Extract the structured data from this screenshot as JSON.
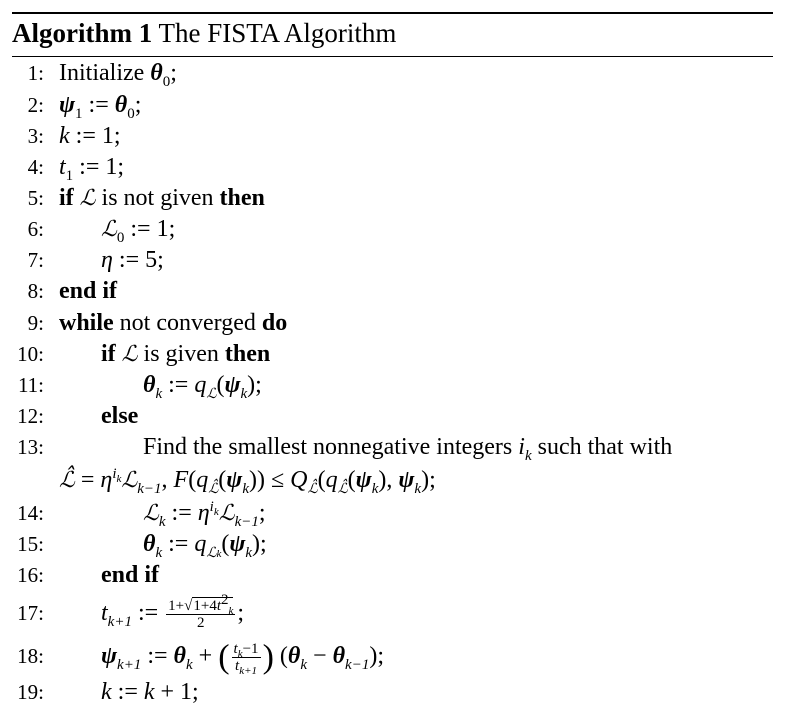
{
  "algorithm": {
    "label": "Algorithm 1",
    "title": "The FISTA Algorithm"
  },
  "keywords": {
    "if": "if",
    "then": "then",
    "end_if": "end if",
    "while": "while",
    "do": "do",
    "else": "else"
  },
  "lines": [
    {
      "number": "1:",
      "text": "Initialize"
    },
    {
      "number": "2:"
    },
    {
      "number": "3:"
    },
    {
      "number": "4:"
    },
    {
      "number": "5:",
      "text": "is not given"
    },
    {
      "number": "6:"
    },
    {
      "number": "7:"
    },
    {
      "number": "8:"
    },
    {
      "number": "9:",
      "text": "not converged"
    },
    {
      "number": "10:",
      "text": "is given"
    },
    {
      "number": "11:"
    },
    {
      "number": "12:"
    },
    {
      "number": "13:",
      "text": "Find the smallest nonnegative integers",
      "text2": "such that with"
    },
    {
      "number": "14:"
    },
    {
      "number": "15:"
    },
    {
      "number": "16:"
    },
    {
      "number": "17:"
    },
    {
      "number": "18:"
    },
    {
      "number": "19:"
    }
  ]
}
